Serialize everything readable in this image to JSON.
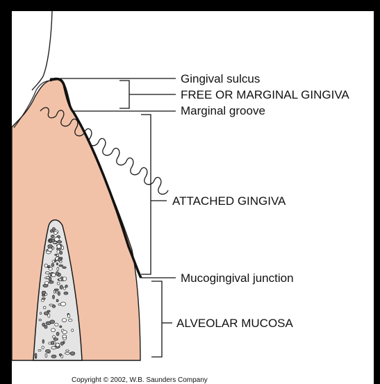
{
  "diagram": {
    "labels": {
      "gingival_sulcus": "Gingival sulcus",
      "free_gingiva": "FREE OR MARGINAL GINGIVA",
      "marginal_groove": "Marginal groove",
      "attached_gingiva": "ATTACHED GINGIVA",
      "mucogingival_junction": "Mucogingival junction",
      "alveolar_mucosa": "ALVEOLAR MUCOSA"
    },
    "copyright": "Copyright © 2002, W.B. Saunders Company",
    "colors": {
      "gingiva": "#f2c2a8",
      "gingiva_outline": "#1a1a1a",
      "bone": "#e4e4e4",
      "frame": "#000000"
    }
  }
}
